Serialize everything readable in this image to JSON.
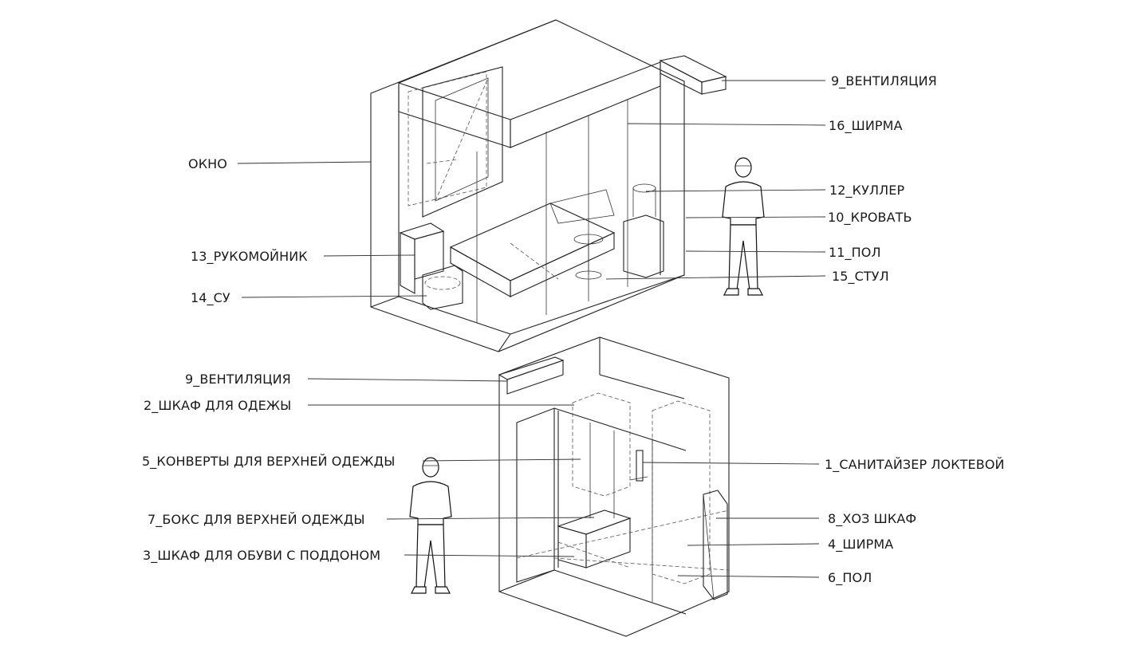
{
  "diagram": {
    "top_room_labels": {
      "window": "ОКНО",
      "washbasin": "13_РУКОМОЙНИК",
      "toilet": "14_СУ",
      "ventilation": "9_ВЕНТИЛЯЦИЯ",
      "screen": "16_ШИРМА",
      "cooler": "12_КУЛЛЕР",
      "bed": "10_КРОВАТЬ",
      "floor": "11_ПОЛ",
      "chair": "15_СТУЛ"
    },
    "bottom_room_labels": {
      "ventilation": "9_ВЕНТИЛЯЦИЯ",
      "wardrobe": "2_ШКАФ ДЛЯ ОДЕЖЫ",
      "envelopes": "5_КОНВЕРТЫ ДЛЯ ВЕРХНЕЙ ОДЕЖДЫ",
      "outerwear_box": "7_БОКС ДЛЯ ВЕРХНЕЙ ОДЕЖДЫ",
      "shoe_cabinet": "3_ШКАФ ДЛЯ ОБУВИ С ПОДДОНОМ",
      "sanitizer": "1_САНИТАЙЗЕР ЛОКТЕВОЙ",
      "utility_cabinet": "8_ХОЗ ШКАФ",
      "screen": "4_ШИРМА",
      "floor": "6_ПОЛ"
    }
  }
}
